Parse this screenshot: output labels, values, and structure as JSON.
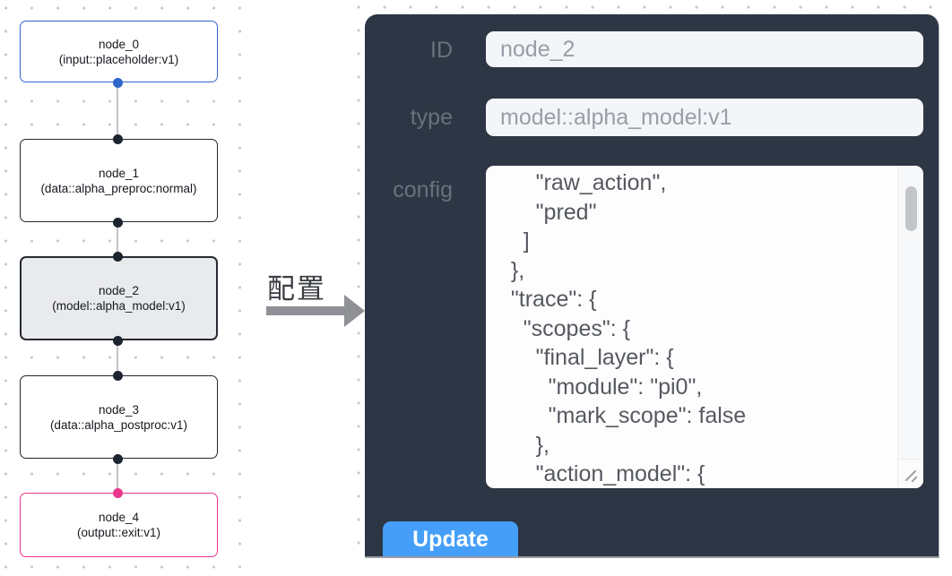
{
  "colors": {
    "panel_bg": "#2d3644",
    "accent_blue": "#2e66cb",
    "pink": "#e9368b",
    "node_border": "#23262c",
    "selected_node_bg": "#e9eaec",
    "button_blue": "#459ff8",
    "input_bg": "#f3f5f8",
    "label_gray": "#697180",
    "value_gray": "#989ea7",
    "json_text_gray": "#55595f",
    "canvas_dot": "#c8cacd"
  },
  "graph": {
    "nodes": [
      {
        "id": "node_0",
        "label": "node_0",
        "sublabel": "(input::placeholder:v1)",
        "border": "blue",
        "selected": false
      },
      {
        "id": "node_1",
        "label": "node_1",
        "sublabel": "(data::alpha_preproc:normal)",
        "border": "dark",
        "selected": false
      },
      {
        "id": "node_2",
        "label": "node_2",
        "sublabel": "(model::alpha_model:v1)",
        "border": "dark",
        "selected": true
      },
      {
        "id": "node_3",
        "label": "node_3",
        "sublabel": "(data::alpha_postproc:v1)",
        "border": "dark",
        "selected": false
      },
      {
        "id": "node_4",
        "label": "node_4",
        "sublabel": "(output::exit:v1)",
        "border": "pink",
        "selected": false
      }
    ],
    "edges": [
      [
        "node_0",
        "node_1"
      ],
      [
        "node_1",
        "node_2"
      ],
      [
        "node_2",
        "node_3"
      ],
      [
        "node_3",
        "node_4"
      ]
    ]
  },
  "annotation": {
    "label": "配置"
  },
  "panel": {
    "fields": {
      "id": {
        "label": "ID",
        "value": "node_2"
      },
      "type": {
        "label": "type",
        "value": "model::alpha_model:v1"
      },
      "config": {
        "label": "config",
        "lines": [
          "      \"raw_action\",",
          "      \"pred\"",
          "    ]",
          "  },",
          "  \"trace\": {",
          "    \"scopes\": {",
          "      \"final_layer\": {",
          "        \"module\": \"pi0\",",
          "        \"mark_scope\": false",
          "      },",
          "      \"action_model\": {"
        ]
      }
    },
    "update_button": "Update"
  }
}
